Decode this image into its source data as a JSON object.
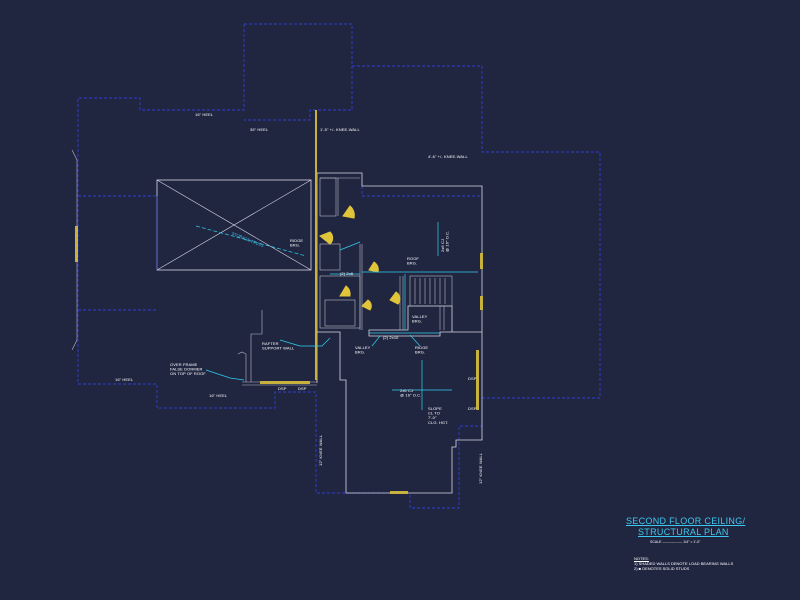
{
  "title": {
    "line1": "SECOND FLOOR CEILING/",
    "line2": "STRUCTURAL PLAN",
    "scale": "SCALE ----------------- 1/4\" = 1'-0\""
  },
  "notes": {
    "heading": "NOTES:",
    "items": [
      "1) SHADED WALLS DENOTE LOAD BEARING WALLS",
      "2) ■ DENOTES SOLID STUDS"
    ]
  },
  "labels": {
    "heel_16_top": "16\" HEEL",
    "heel_36": "36\" HEEL",
    "knee_1_5": "1'-5\" +/- KNEE-WALL",
    "knee_4_6": "4'-6\" +/- KNEE-WALL",
    "storage_truss": "STORAGE TRUSS",
    "ridge_brg_left": "RIDGE\nBRG.",
    "roof_brg": "ROOF\nBRG.",
    "valley_brg_right": "VALLEY\nBRG.",
    "valley_brg_left": "VALLEY\nBRG.",
    "ridge_brg_lower": "RIDGE\nBRG.",
    "rafter_support": "RAFTER\nSUPPORT WALL",
    "over_frame": "OVER FRAME\nFALSE DORMER\nON TOP OF ROOF",
    "heel_16_left": "16\" HEEL",
    "heel_16_mid": "16\" HEEL",
    "dsp_1": "DSP",
    "dsp_2": "DSP",
    "dsp_3": "DSP",
    "dsp_4": "DSP",
    "knee_12_left": "12\" KNEE WALL",
    "knee_12_right": "12\" KNEE WALL",
    "beam_2x6_right": "2x6 CJ\n@ 16\" O.C.",
    "beam_2x6_lower": "2x6 CJ\n@ 16\" O.C.",
    "beam_2x6_small": "(2) 2x6",
    "beam_2x10": "(2) 2x10",
    "slope": "SLOPE\nCL TO\n7'-0\"\nCLG. HGT."
  }
}
